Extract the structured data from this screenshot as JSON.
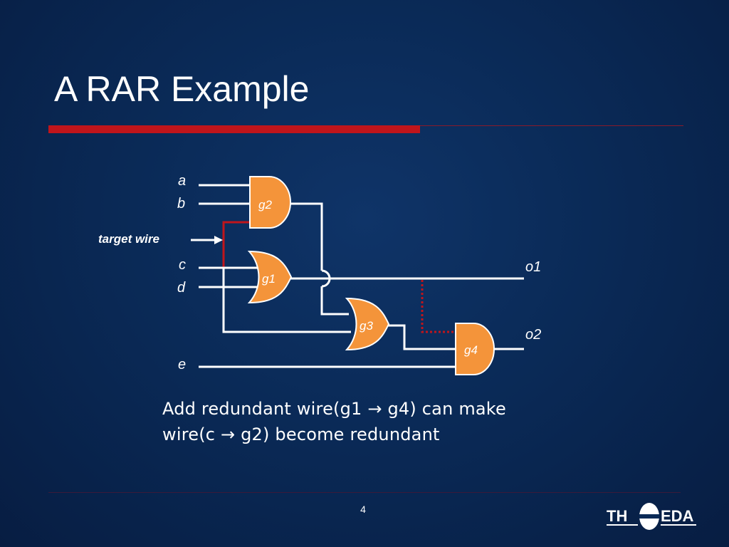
{
  "slide": {
    "title": "A RAR Example",
    "page_number": "4"
  },
  "diagram": {
    "inputs": {
      "a": "a",
      "b": "b",
      "c": "c",
      "d": "d",
      "e": "e"
    },
    "outputs": {
      "o1": "o1",
      "o2": "o2"
    },
    "gates": {
      "g1": "g1",
      "g2": "g2",
      "g3": "g3",
      "g4": "g4"
    },
    "annotation": "target wire"
  },
  "description": {
    "line1": "Add redundant wire(g1 → g4) can make",
    "line2": "wire(c → g2) become redundant"
  },
  "logo": {
    "text": "THEDA",
    "alt_text": "TH EDA"
  },
  "colors": {
    "background": "#0a2a57",
    "gate_fill": "#f4943a",
    "accent_red": "#c0151b",
    "text": "#ffffff"
  }
}
